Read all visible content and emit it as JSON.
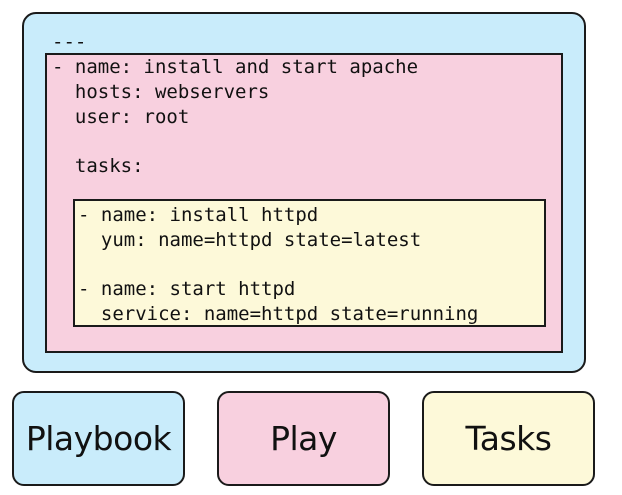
{
  "diagram": {
    "playbook": {
      "separator": "---"
    },
    "play": {
      "lines": [
        "- name: install and start apache",
        "  hosts: webservers",
        "  user: root",
        "",
        "  tasks:"
      ]
    },
    "tasks": {
      "lines": [
        "- name: install httpd",
        "  yum: name=httpd state=latest",
        "",
        "- name: start httpd",
        "  service: name=httpd state=running"
      ]
    }
  },
  "legend": {
    "playbook_label": "Playbook",
    "play_label": "Play",
    "tasks_label": "Tasks"
  },
  "colors": {
    "playbook": "#c9ecfb",
    "play": "#f8d0df",
    "tasks": "#fdf9d9",
    "border": "#1a1a1a"
  }
}
